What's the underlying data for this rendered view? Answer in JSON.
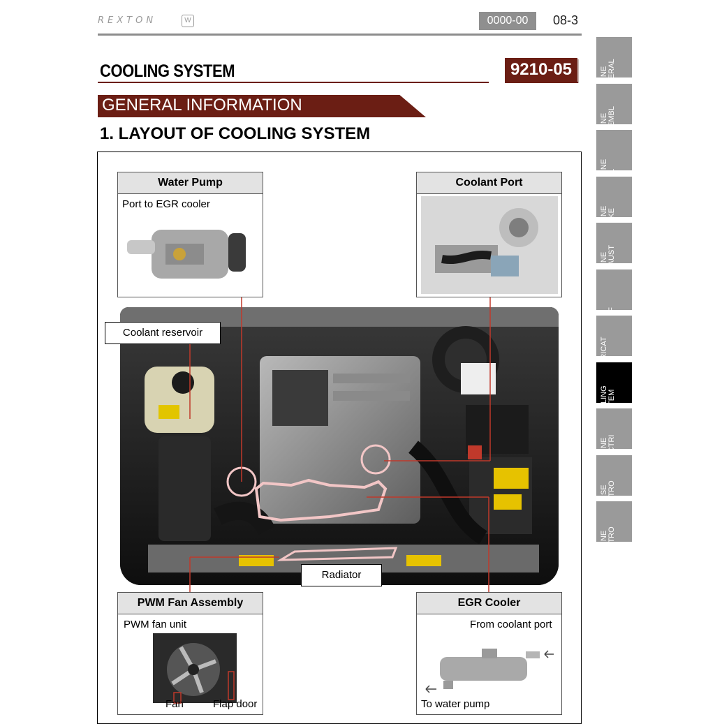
{
  "header": {
    "brand": "REXTON",
    "brand_mark": "W",
    "code": "0000-00",
    "page": "08-3"
  },
  "titles": {
    "system": "COOLING SYSTEM",
    "system_code": "9210-05",
    "section": "GENERAL INFORMATION",
    "subsection": "1. LAYOUT OF COOLING SYSTEM"
  },
  "side_tabs": [
    {
      "label": "ENGINE GENERAL",
      "active": false
    },
    {
      "label": "ENGINE ASSEMBL",
      "active": false
    },
    {
      "label": "ENGINE FUEL",
      "active": false
    },
    {
      "label": "ENGINE INTAKE",
      "active": false
    },
    {
      "label": "ENGINE EXHAUST",
      "active": false
    },
    {
      "label": "CDPF",
      "active": false
    },
    {
      "label": "LUBRICAT ION",
      "active": false
    },
    {
      "label": "COOLING SYSTEM",
      "active": true
    },
    {
      "label": "ENGINE ELECTRI",
      "active": false
    },
    {
      "label": "CRUISE CONTRO",
      "active": false
    },
    {
      "label": "ENGINE CONTRO",
      "active": false
    }
  ],
  "figure": {
    "water_pump": {
      "title": "Water Pump",
      "note": "Port to EGR cooler"
    },
    "coolant_port": {
      "title": "Coolant Port"
    },
    "coolant_reservoir": "Coolant reservoir",
    "radiator": "Radiator",
    "pwm_fan": {
      "title": "PWM Fan Assembly",
      "unit": "PWM fan unit",
      "fan": "Fan",
      "flap_door": "Flap door"
    },
    "egr_cooler": {
      "title": "EGR Cooler",
      "from": "From coolant port",
      "to": "To water pump"
    }
  },
  "colors": {
    "brand_dark_red": "#6b1e14",
    "tab_gray": "#9a9a9a",
    "tab_active": "#000000",
    "callout_line": "#c0392b"
  }
}
